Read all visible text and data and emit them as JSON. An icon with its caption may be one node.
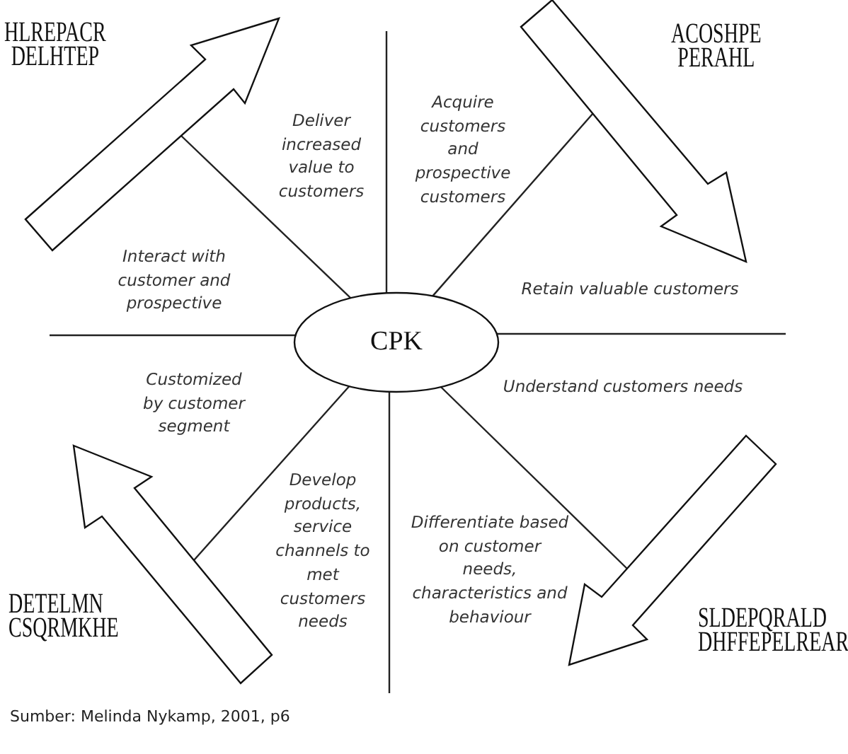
{
  "diagram": {
    "nodes": [
      {
        "text": [],
        "shape": "arrow",
        "beside": [
          "HLREPACR DELHTEP"
        ]
      },
      {
        "text": [],
        "shape": "arrow",
        "beside": [
          "ACOSHPE PERAHL"
        ]
      },
      {
        "text": [
          "CPK"
        ]
      },
      {
        "text": [],
        "shape": "arrow",
        "beside": [
          "DETELMN CSQRMKHE"
        ]
      },
      {
        "text": [],
        "shape": "arrow",
        "beside": [
          "SLDEPQRALD DHFFEPELREAR"
        ]
      }
    ],
    "edges": [
      {
        "from": 2,
        "to": null,
        "arrow": "none"
      },
      {
        "from": 2,
        "to": 0,
        "arrow": "none"
      },
      {
        "from": 2,
        "to": 1,
        "arrow": "none"
      },
      {
        "from": 2,
        "to": null,
        "arrow": "none"
      },
      {
        "from": 2,
        "to": null,
        "arrow": "none"
      },
      {
        "from": 2,
        "to": 3,
        "arrow": "none"
      },
      {
        "from": 2,
        "to": 4,
        "arrow": "none"
      },
      {
        "from": 2,
        "to": null,
        "arrow": "none"
      }
    ],
    "labels": [
      "Deliver increased value to customers",
      "Acquire customers and prospective customers",
      "Interact with customer and prospective",
      "Retain valuable customers",
      "Customized by customer segment",
      "Understand customers needs",
      "Develop products, service channels to met customers needs",
      "Differentiate based on customer needs, characteristics and behaviour"
    ],
    "caption": "Sumber: Melinda Nykamp, 2001, p6"
  }
}
